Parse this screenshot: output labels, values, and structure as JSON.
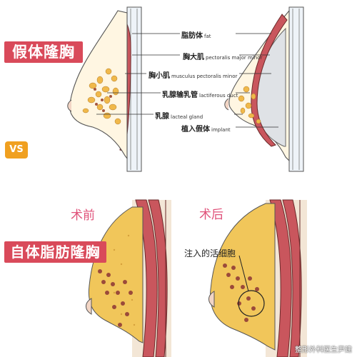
{
  "titles": {
    "top": "假体隆胸",
    "vs": "VS",
    "bottom": "自体脂肪隆胸"
  },
  "callouts": [
    {
      "zh": "脂肪体",
      "en": "fat"
    },
    {
      "zh": "胸大肌",
      "en": "pectoralis major minor"
    },
    {
      "zh": "胸小肌",
      "en": "musculus pectoralis minor"
    },
    {
      "zh": "乳腺输乳管",
      "en": "lactiferous duct"
    },
    {
      "zh": "乳腺",
      "en": "lacteal gland"
    },
    {
      "zh": "植入假体",
      "en": "implant"
    }
  ],
  "stages": {
    "before": "术前",
    "after": "术后"
  },
  "injected_label": "注入的活细胞",
  "watermark": "整形外科医生尹建",
  "colors": {
    "badge": "#d94a5a",
    "vs": "#f0a020",
    "stage": "#e0527a",
    "fat": "#f1c65a",
    "muscle": "#c9565d",
    "gland": "#9b4a3a"
  }
}
